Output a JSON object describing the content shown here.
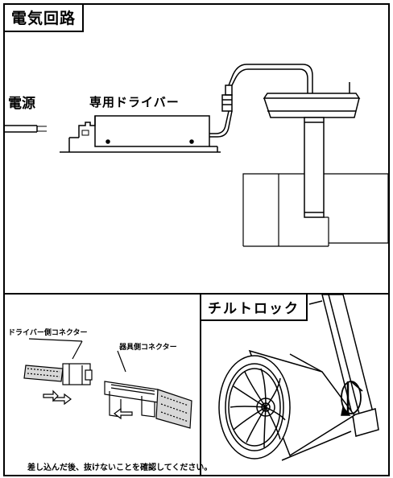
{
  "circuit": {
    "title": "電気回路",
    "power_label": "電源",
    "driver_label": "専用ドライバー"
  },
  "connector": {
    "driver_connector_label": "ドライバー側コネクター",
    "fixture_connector_label": "器具側コネクター",
    "note": "差し込んだ後、抜けないことを確認してください。"
  },
  "tilt": {
    "title": "チルトロック"
  }
}
